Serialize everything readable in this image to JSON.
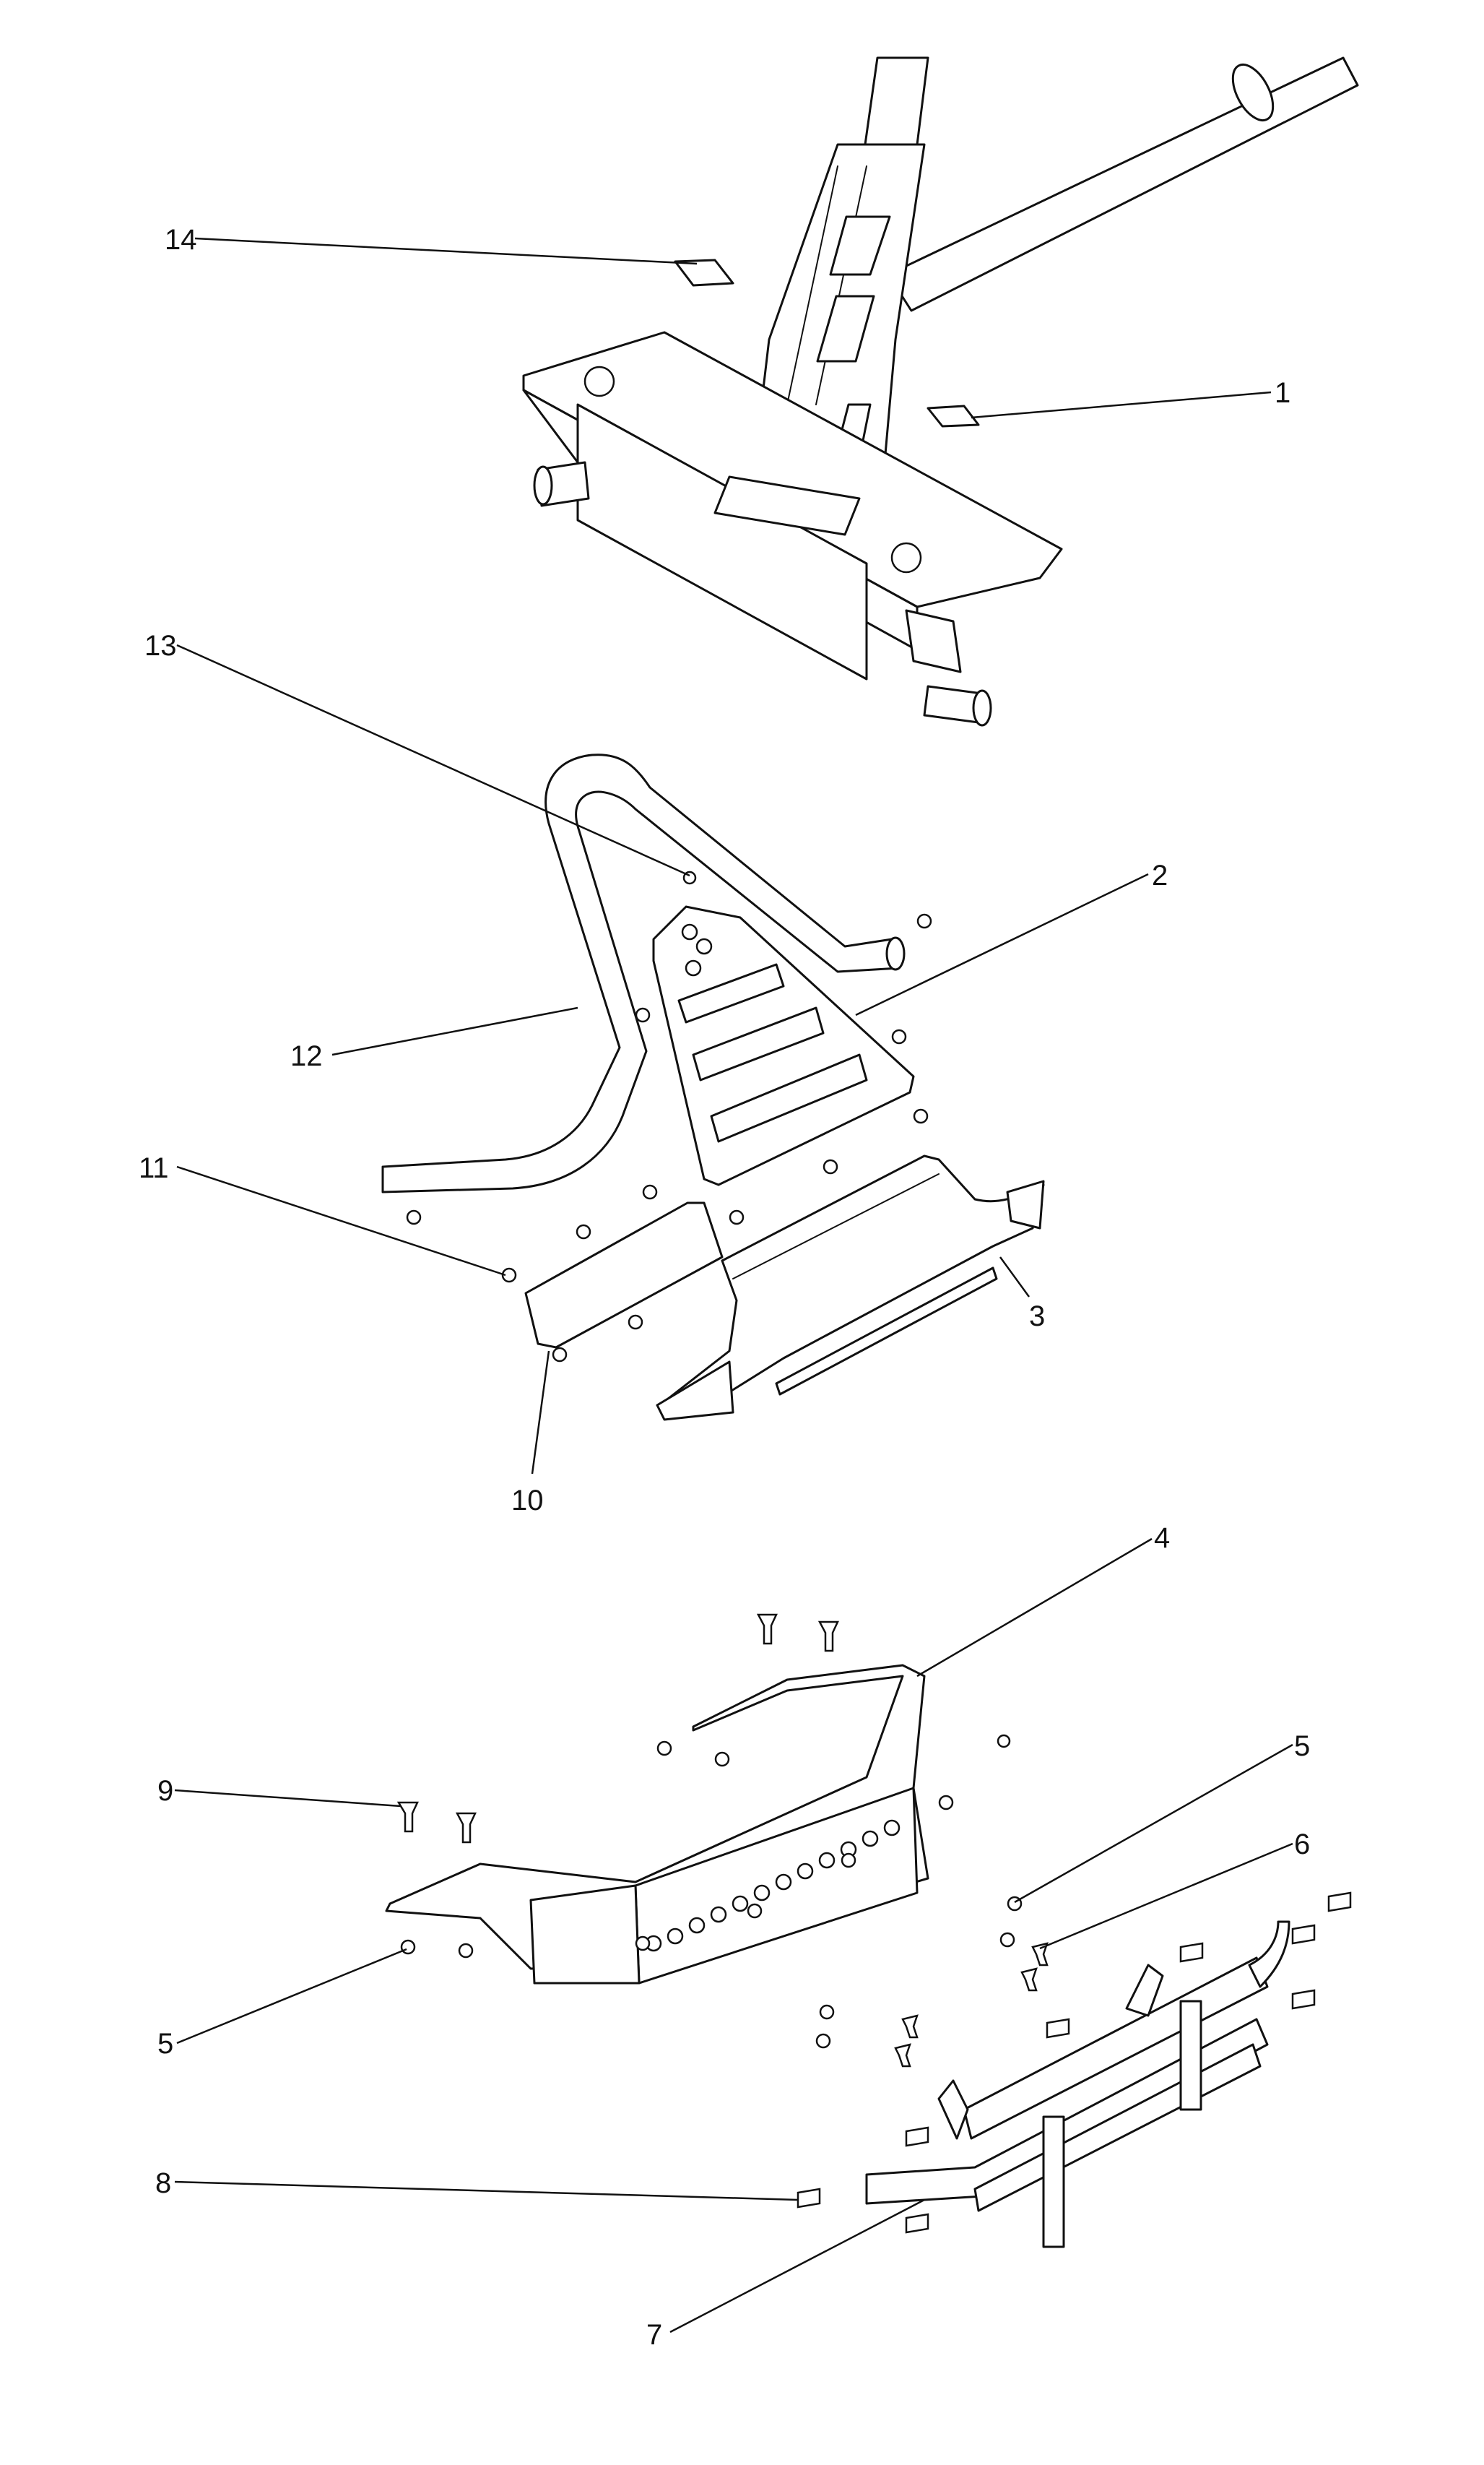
{
  "diagram": {
    "callouts": [
      {
        "id": "1",
        "label": "1"
      },
      {
        "id": "2",
        "label": "2"
      },
      {
        "id": "3",
        "label": "3"
      },
      {
        "id": "4",
        "label": "4"
      },
      {
        "id": "5a",
        "label": "5"
      },
      {
        "id": "5b",
        "label": "5"
      },
      {
        "id": "6",
        "label": "6"
      },
      {
        "id": "7",
        "label": "7"
      },
      {
        "id": "8",
        "label": "8"
      },
      {
        "id": "9",
        "label": "9"
      },
      {
        "id": "10",
        "label": "10"
      },
      {
        "id": "11",
        "label": "11"
      },
      {
        "id": "12",
        "label": "12"
      },
      {
        "id": "13",
        "label": "13"
      },
      {
        "id": "14",
        "label": "14"
      }
    ]
  }
}
